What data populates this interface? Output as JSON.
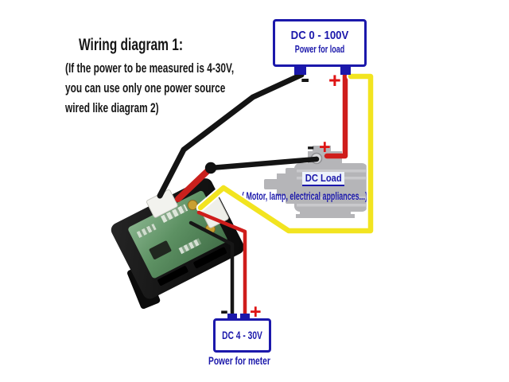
{
  "header": {
    "title": "Wiring diagram 1:",
    "note_lines": [
      "(If the power to be measured is 4-30V,",
      "you can use only one power source",
      "wired like diagram 2)"
    ]
  },
  "load_power_box": {
    "title": "DC 0 - 100V",
    "subtitle": "Power for load",
    "minus_label": "-",
    "plus_label": "+"
  },
  "dc_load": {
    "label": "DC Load",
    "caption": "( Motor, lamp, electrical appliances...)",
    "minus_label": "-",
    "plus_label": "+"
  },
  "meter_power_box": {
    "title": "DC 4 - 30V",
    "caption": "Power for meter",
    "minus_label": "-",
    "plus_label": "+"
  },
  "colors": {
    "box_blue": "#1b18ab",
    "wire_red": "#cf1d1b",
    "wire_black": "#141414",
    "wire_yellow": "#f2e420",
    "motor_gray": "#b5b5b8",
    "pcb_green": "#5d9163",
    "plus_red": "#df1414",
    "text_black": "#161616"
  }
}
